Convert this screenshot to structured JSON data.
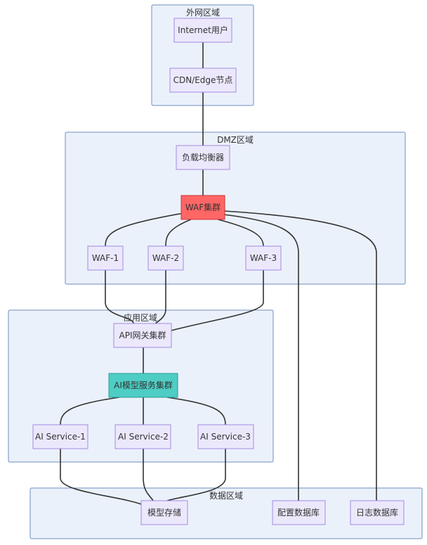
{
  "zones": [
    {
      "id": "internet",
      "title": "外网区域"
    },
    {
      "id": "dmz",
      "title": "DMZ区域"
    },
    {
      "id": "app",
      "title": "应用区域"
    },
    {
      "id": "data",
      "title": "数据区域"
    }
  ],
  "nodes": [
    {
      "id": "user",
      "label": "Internet用户"
    },
    {
      "id": "cdn",
      "label": "CDN/Edge节点"
    },
    {
      "id": "lb",
      "label": "负载均衡器"
    },
    {
      "id": "waf",
      "label": "WAF集群",
      "fill": "#ff6666",
      "stroke": "#cc3333"
    },
    {
      "id": "waf1",
      "label": "WAF-1"
    },
    {
      "id": "waf2",
      "label": "WAF-2"
    },
    {
      "id": "waf3",
      "label": "WAF-3"
    },
    {
      "id": "apigw",
      "label": "API网关集群"
    },
    {
      "id": "ai",
      "label": "AI模型服务集群",
      "fill": "#4ecdc4",
      "stroke": "#2a9d94"
    },
    {
      "id": "ai1",
      "label": "AI Service-1"
    },
    {
      "id": "ai2",
      "label": "AI Service-2"
    },
    {
      "id": "ai3",
      "label": "AI Service-3"
    },
    {
      "id": "model",
      "label": "模型存储"
    },
    {
      "id": "config",
      "label": "配置数据库"
    },
    {
      "id": "log",
      "label": "日志数据库"
    }
  ],
  "edges": [
    [
      "user",
      "cdn"
    ],
    [
      "cdn",
      "lb"
    ],
    [
      "lb",
      "waf"
    ],
    [
      "waf",
      "waf1"
    ],
    [
      "waf",
      "waf2"
    ],
    [
      "waf",
      "waf3"
    ],
    [
      "waf",
      "config"
    ],
    [
      "waf",
      "log"
    ],
    [
      "waf1",
      "apigw"
    ],
    [
      "waf2",
      "apigw"
    ],
    [
      "waf3",
      "apigw"
    ],
    [
      "apigw",
      "ai"
    ],
    [
      "ai",
      "ai1"
    ],
    [
      "ai",
      "ai2"
    ],
    [
      "ai",
      "ai3"
    ],
    [
      "ai1",
      "model"
    ],
    [
      "ai2",
      "model"
    ],
    [
      "ai3",
      "model"
    ]
  ]
}
